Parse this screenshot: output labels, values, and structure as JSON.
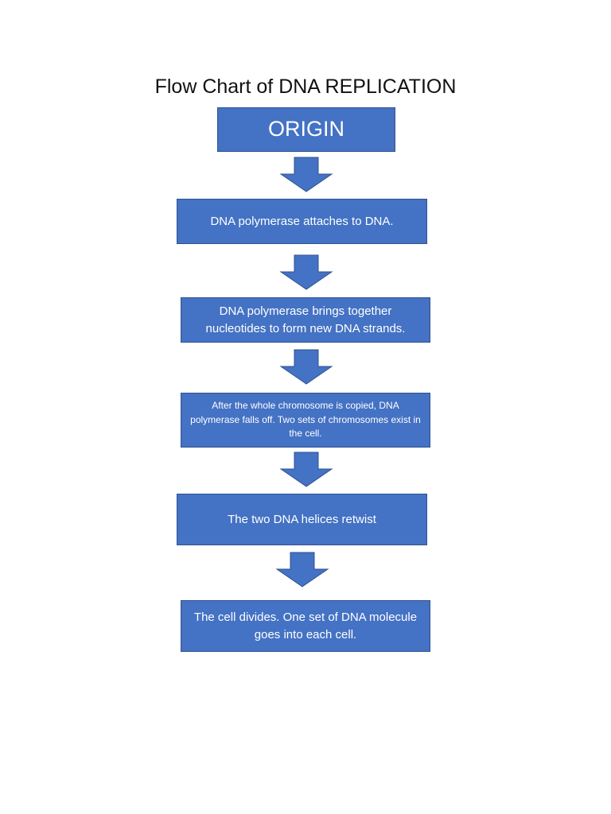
{
  "title": "Flow Chart of DNA REPLICATION",
  "colors": {
    "box_fill": "#4472c4",
    "box_border": "#2f528f",
    "box_text": "#ffffff",
    "title_text": "#111111"
  },
  "steps": [
    "ORIGIN",
    "DNA polymerase attaches to DNA.",
    "DNA polymerase brings together nucleotides to form new DNA strands.",
    "After the whole chromosome is copied, DNA polymerase falls off. Two sets of chromosomes exist in the cell.",
    "The two DNA helices retwist",
    "The cell divides. One set of DNA molecule goes into each cell."
  ],
  "arrow_icon": "arrow-down-icon"
}
